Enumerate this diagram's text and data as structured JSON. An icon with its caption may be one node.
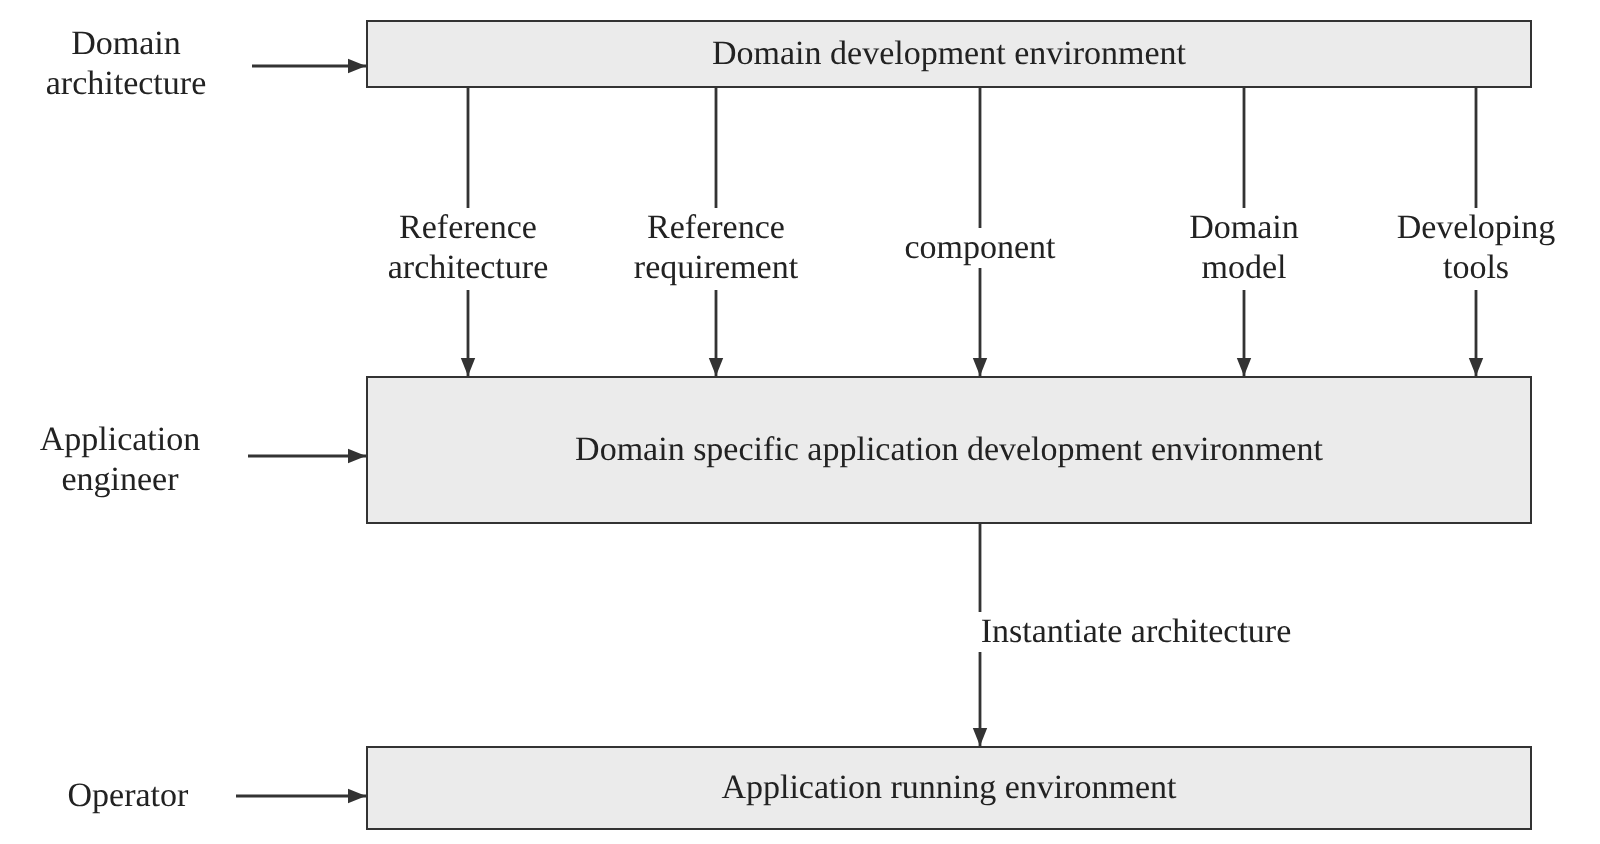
{
  "diagram": {
    "nodes": [
      {
        "text": [
          "Domain architecture"
        ]
      },
      {
        "text": [
          "Domain development environment"
        ]
      },
      {
        "text": [
          "Application engineer"
        ]
      },
      {
        "text": [
          "Domain specific application development environment"
        ]
      },
      {
        "text": [
          "Operator"
        ]
      },
      {
        "text": [
          "Application running environment"
        ]
      }
    ],
    "edges": [
      {
        "from": 0,
        "to": 1,
        "arrow": "to"
      },
      {
        "from": 1,
        "to": 3,
        "arrow": "to",
        "label": "Reference architecture"
      },
      {
        "from": 1,
        "to": 3,
        "arrow": "to",
        "label": "Reference requirement"
      },
      {
        "from": 1,
        "to": 3,
        "arrow": "to",
        "label": "component"
      },
      {
        "from": 1,
        "to": 3,
        "arrow": "to",
        "label": "Domain model"
      },
      {
        "from": 1,
        "to": 3,
        "arrow": "to",
        "label": "Developing tools"
      },
      {
        "from": 2,
        "to": 3,
        "arrow": "to"
      },
      {
        "from": 3,
        "to": 5,
        "arrow": "to",
        "label": "Instantiate architecture"
      },
      {
        "from": 4,
        "to": 5,
        "arrow": "to"
      }
    ]
  }
}
